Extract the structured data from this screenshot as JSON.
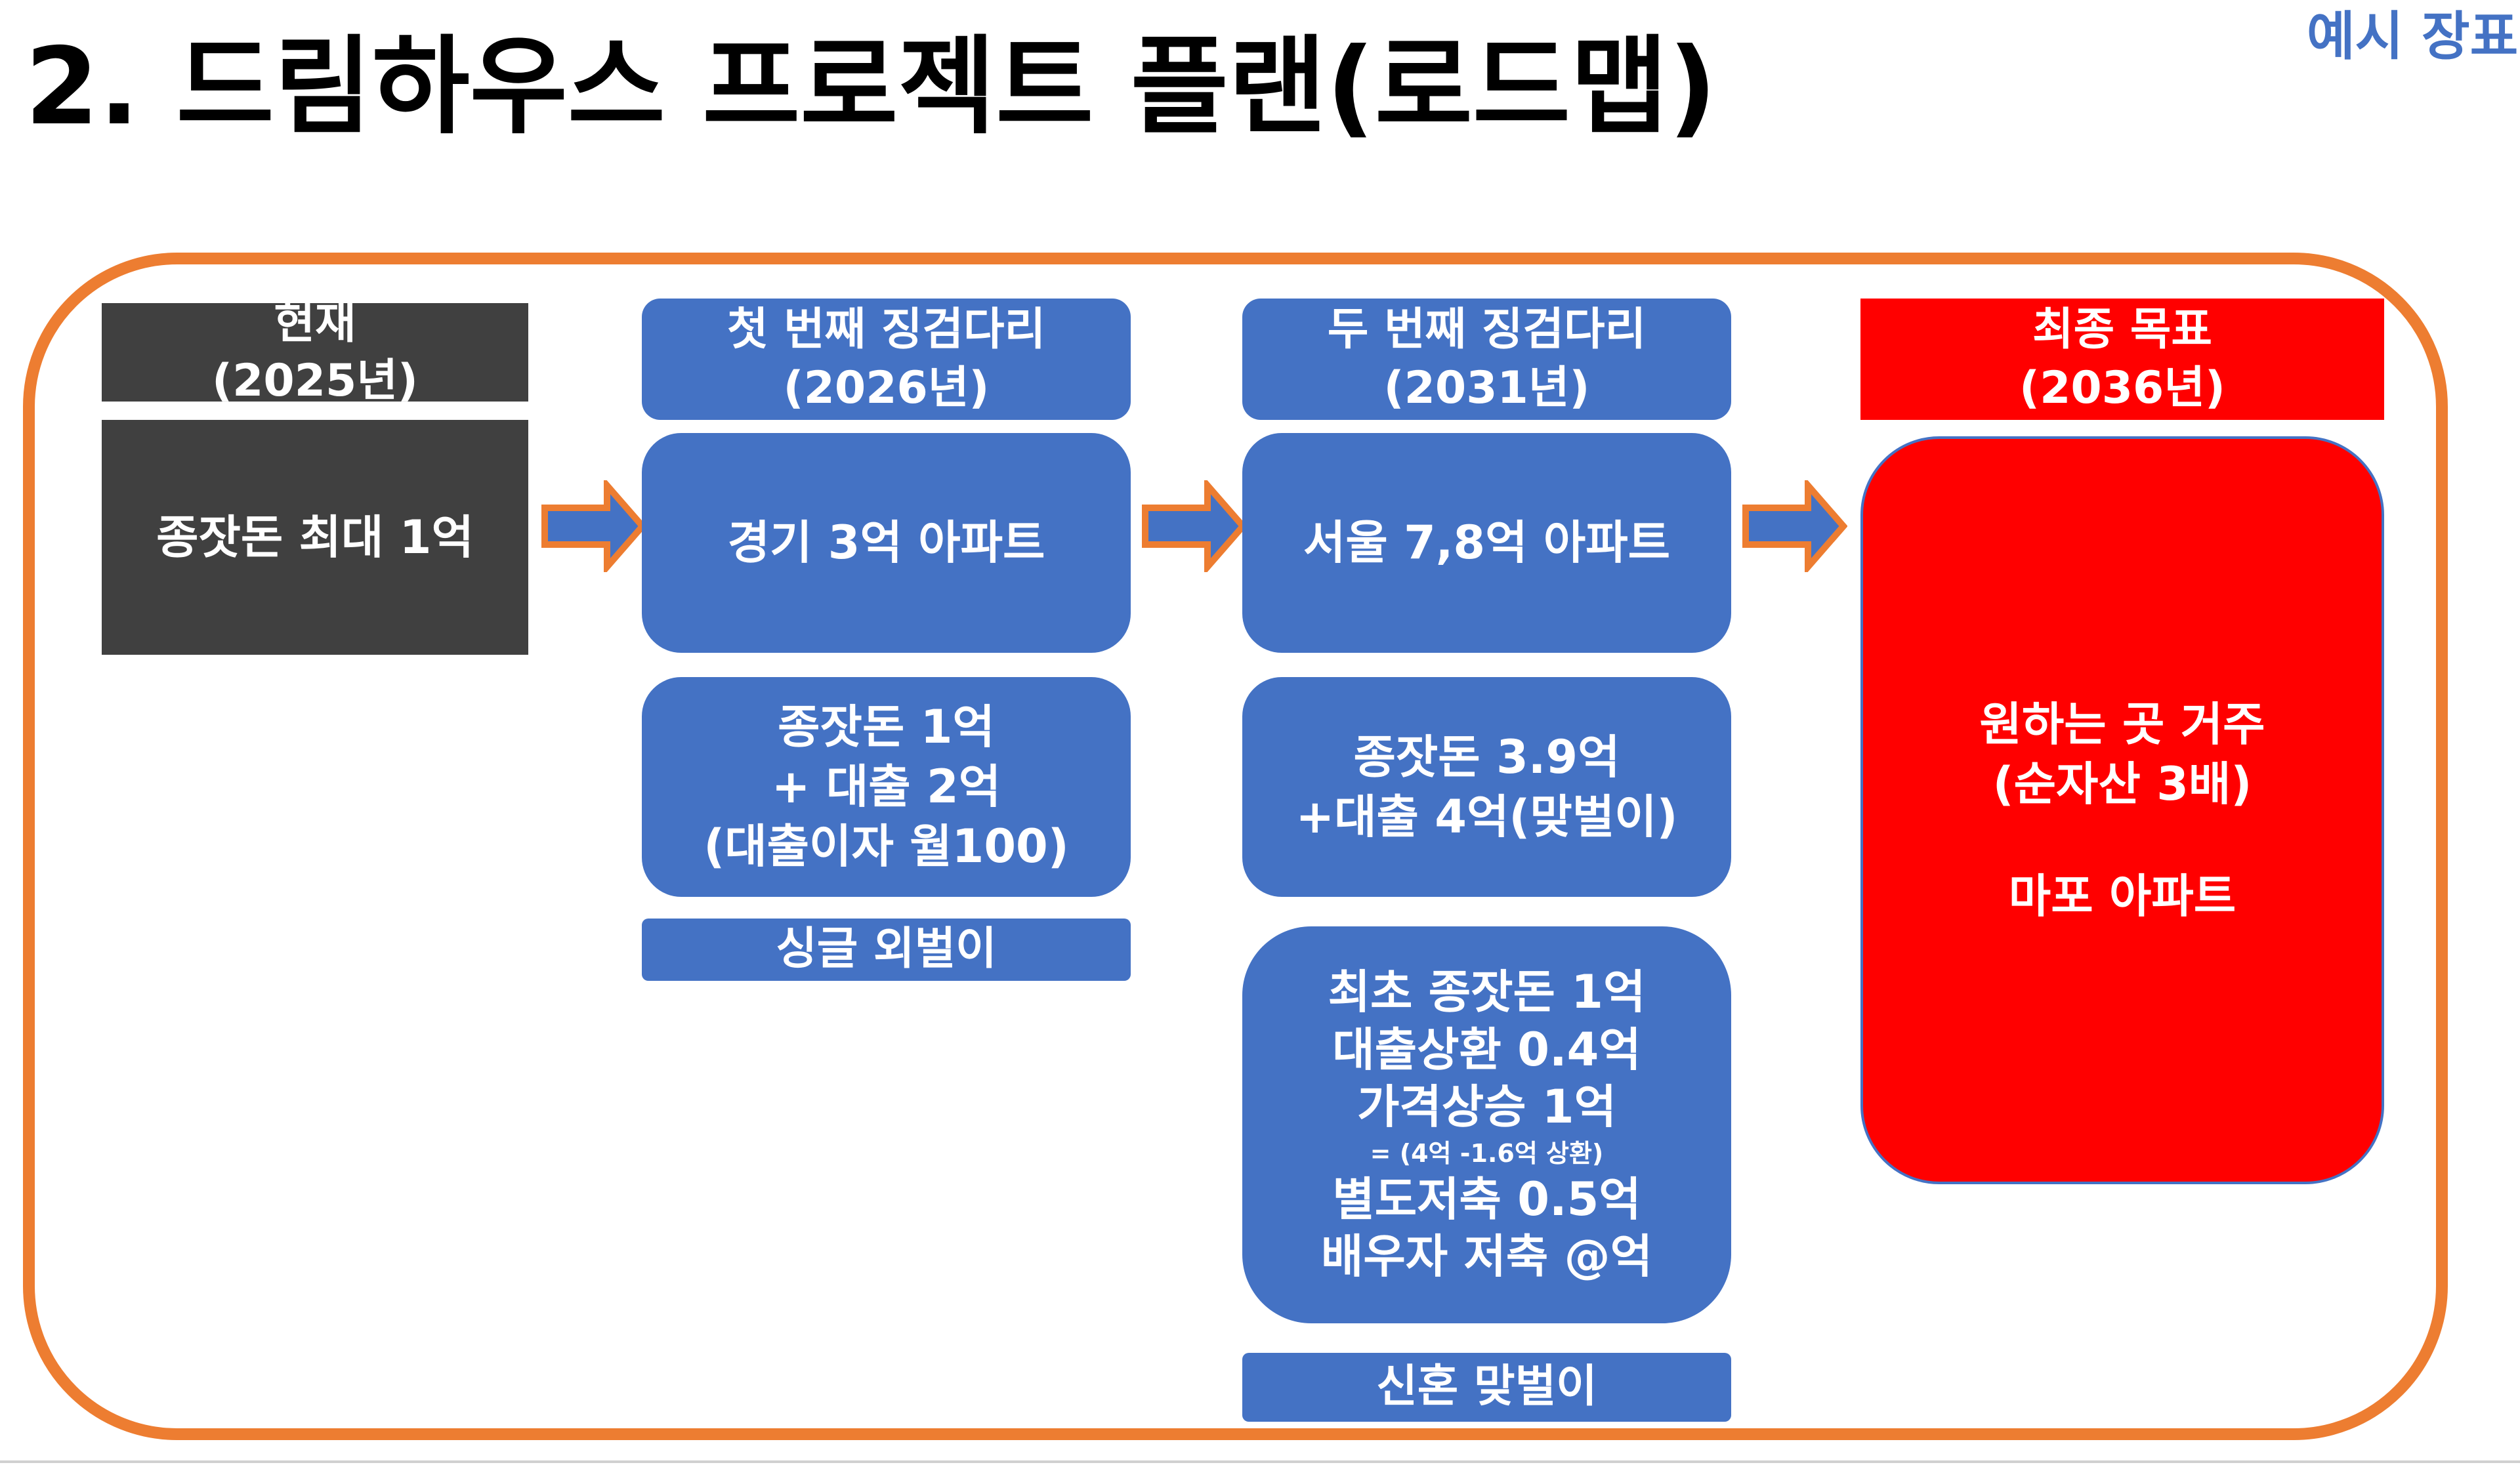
{
  "title": "2. 드림하우스 프로젝트 플랜(로드맵)",
  "sample_label": "예시 장표",
  "colors": {
    "frame": "#ED7D31",
    "arrow": "#ED7D31",
    "dark_box": "#404040",
    "blue_box": "#4472C4",
    "red_box": "#FF0000",
    "sample_label": "#4472C4"
  },
  "current": {
    "header": [
      "현재",
      "(2025년)"
    ],
    "body": "종잣돈 최대 1억"
  },
  "step1": {
    "header": [
      "첫 번째 징검다리",
      "(2026년)"
    ],
    "main": "경기 3억 아파트",
    "financing": [
      "종잣돈 1억",
      "+ 대출 2억",
      "(대출이자 월100)"
    ],
    "status": "싱글 외벌이"
  },
  "step2": {
    "header": [
      "두 번째 징검다리",
      "(2031년)"
    ],
    "main": "서울 7,8억 아파트",
    "financing": [
      "종잣돈 3.9억",
      "+대출 4억(맞벌이)"
    ],
    "breakdown": [
      "최초 종잣돈 1억",
      "대출상환 0.4억",
      "가격상승 1억"
    ],
    "breakdown_note": "= (4억 -1.6억 상환)",
    "breakdown_more": [
      "별도저축 0.5억",
      "배우자 저축 @억"
    ],
    "status": "신혼 맞벌이"
  },
  "goal": {
    "header": [
      "최종 목표",
      "(2036년)"
    ],
    "body": [
      "원하는 곳 거주",
      "(순자산 3배)"
    ],
    "body2": "마포 아파트"
  }
}
